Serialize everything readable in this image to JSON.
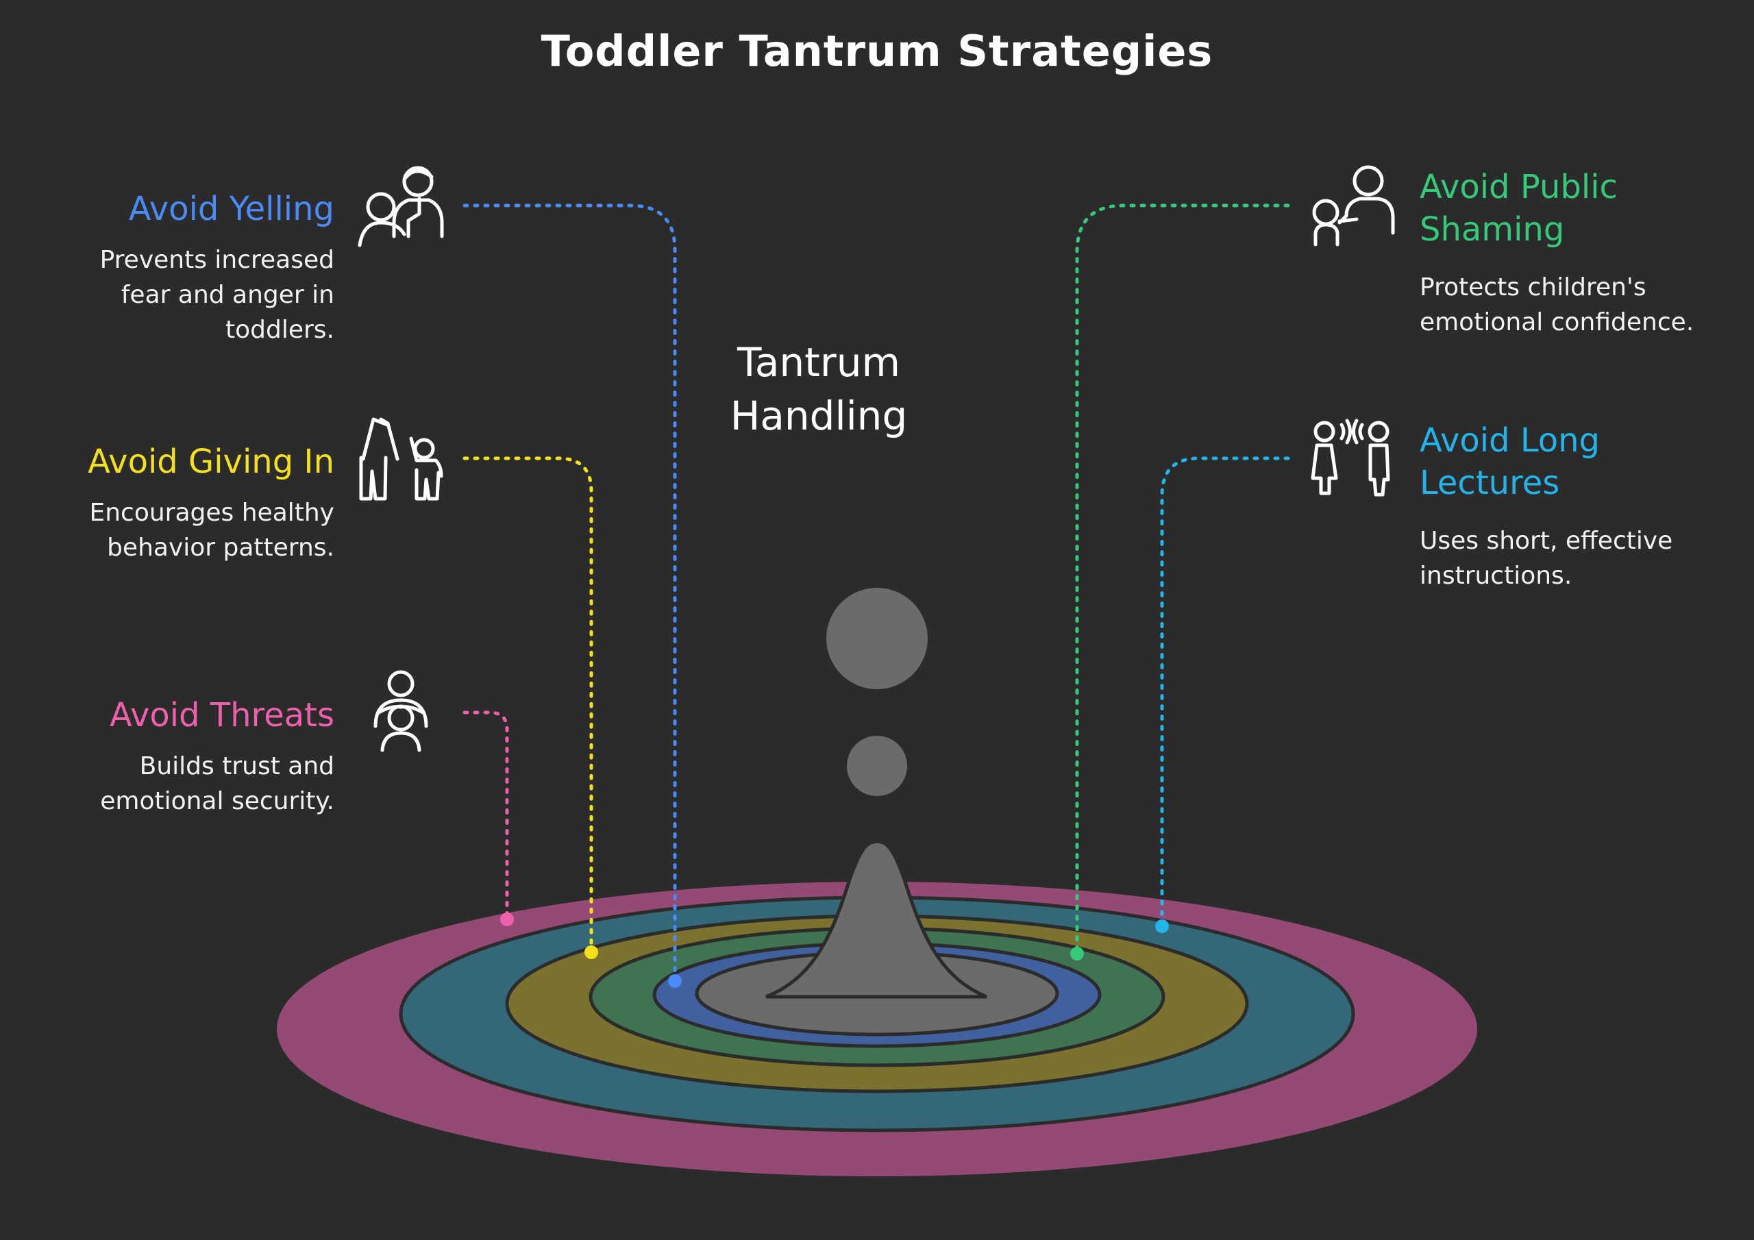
{
  "title": "Toddler Tantrum Strategies",
  "center_label": {
    "line1": "Tantrum",
    "line2": "Handling"
  },
  "items": [
    {
      "key": "yelling",
      "heading": [
        "Avoid Yelling"
      ],
      "description": [
        "Prevents increased",
        "fear and anger in",
        "toddlers."
      ],
      "color": "#4a8cf7",
      "icon": "parent-scolding-child-icon"
    },
    {
      "key": "giving-in",
      "heading": [
        "Avoid Giving In"
      ],
      "description": [
        "Encourages healthy",
        "behavior patterns."
      ],
      "color": "#f4e11a",
      "icon": "adult-child-hand-raised-icon"
    },
    {
      "key": "threats",
      "heading": [
        "Avoid Threats"
      ],
      "description": [
        "Builds trust and",
        "emotional security."
      ],
      "color": "#ee5fac",
      "icon": "parent-hugging-child-icon"
    },
    {
      "key": "public-shaming",
      "heading": [
        "Avoid Public",
        "Shaming"
      ],
      "description": [
        "Protects children's",
        "emotional confidence."
      ],
      "color": "#35c97a",
      "icon": "parent-comforting-child-icon"
    },
    {
      "key": "long-lectures",
      "heading": [
        "Avoid Long",
        "Lectures"
      ],
      "description": [
        "Uses short, effective",
        "instructions."
      ],
      "color": "#23b4ea",
      "icon": "two-people-talking-icon"
    }
  ],
  "rings": [
    {
      "name": "outer-ring",
      "color": "#954a76"
    },
    {
      "name": "ring-2",
      "color": "#346878"
    },
    {
      "name": "ring-3",
      "color": "#7c7230"
    },
    {
      "name": "ring-4",
      "color": "#3f7352"
    },
    {
      "name": "ring-5",
      "color": "#40609f"
    },
    {
      "name": "core",
      "color": "#6b6b6b"
    }
  ]
}
